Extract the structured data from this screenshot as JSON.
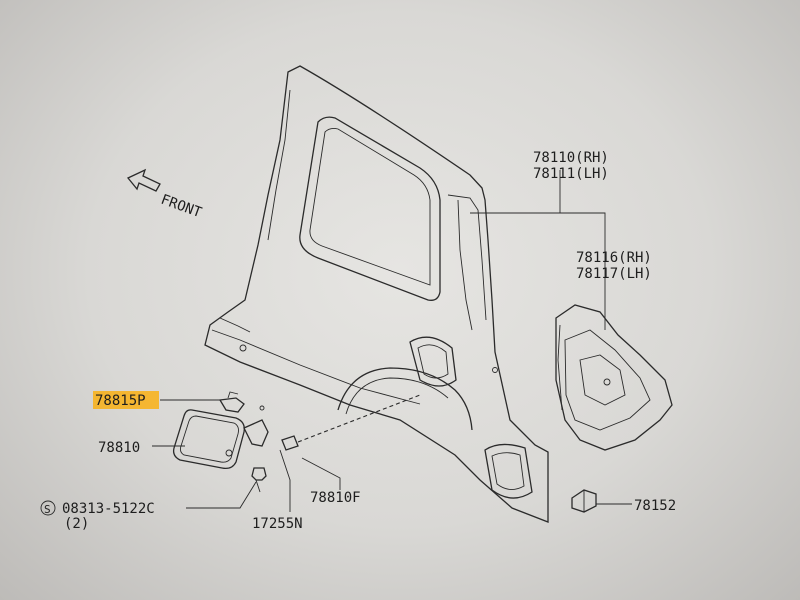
{
  "diagram": {
    "front_label": "FRONT",
    "parts": {
      "p78110": "78110(RH)",
      "p78111": "78111(LH)",
      "p78116": "78116(RH)",
      "p78117": "78117(LH)",
      "p78815p": "78815P",
      "p78810": "78810",
      "p78810f": "78810F",
      "p08313": "08313-5122C",
      "p08313_qty": "(2)",
      "p08313_symbol": "S",
      "p17255n": "17255N",
      "p78152": "78152"
    },
    "highlight_color": "#f7b21f"
  }
}
